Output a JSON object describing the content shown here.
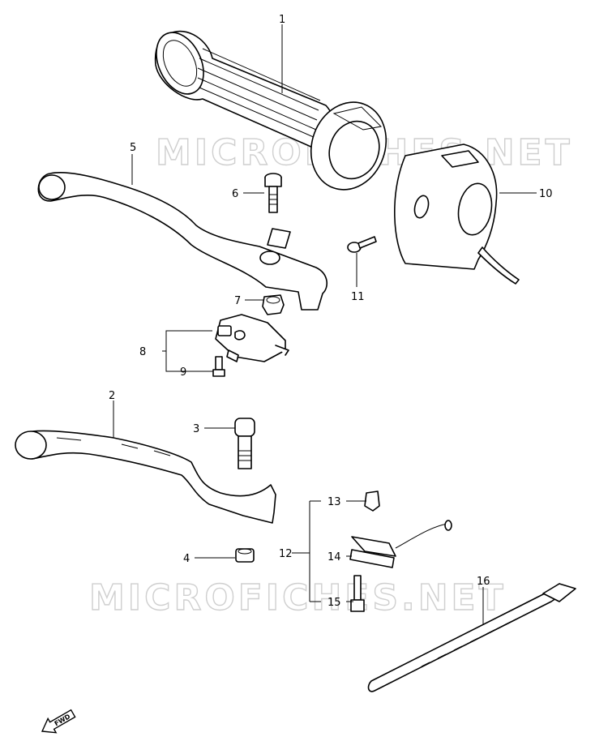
{
  "watermark": "MICROFICHES.NET",
  "callouts": [
    {
      "id": "1",
      "text": "1"
    },
    {
      "id": "2",
      "text": "2"
    },
    {
      "id": "3",
      "text": "3"
    },
    {
      "id": "4",
      "text": "4"
    },
    {
      "id": "5",
      "text": "5"
    },
    {
      "id": "6",
      "text": "6"
    },
    {
      "id": "7",
      "text": "7"
    },
    {
      "id": "8",
      "text": "8"
    },
    {
      "id": "9",
      "text": "9"
    },
    {
      "id": "10",
      "text": "10"
    },
    {
      "id": "11",
      "text": "11"
    },
    {
      "id": "12",
      "text": "12"
    },
    {
      "id": "13",
      "text": "13"
    },
    {
      "id": "14",
      "text": "14"
    },
    {
      "id": "15",
      "text": "15"
    },
    {
      "id": "16",
      "text": "16"
    }
  ],
  "direction_label": "FWD",
  "icons": [
    "fwd-arrow-icon"
  ]
}
